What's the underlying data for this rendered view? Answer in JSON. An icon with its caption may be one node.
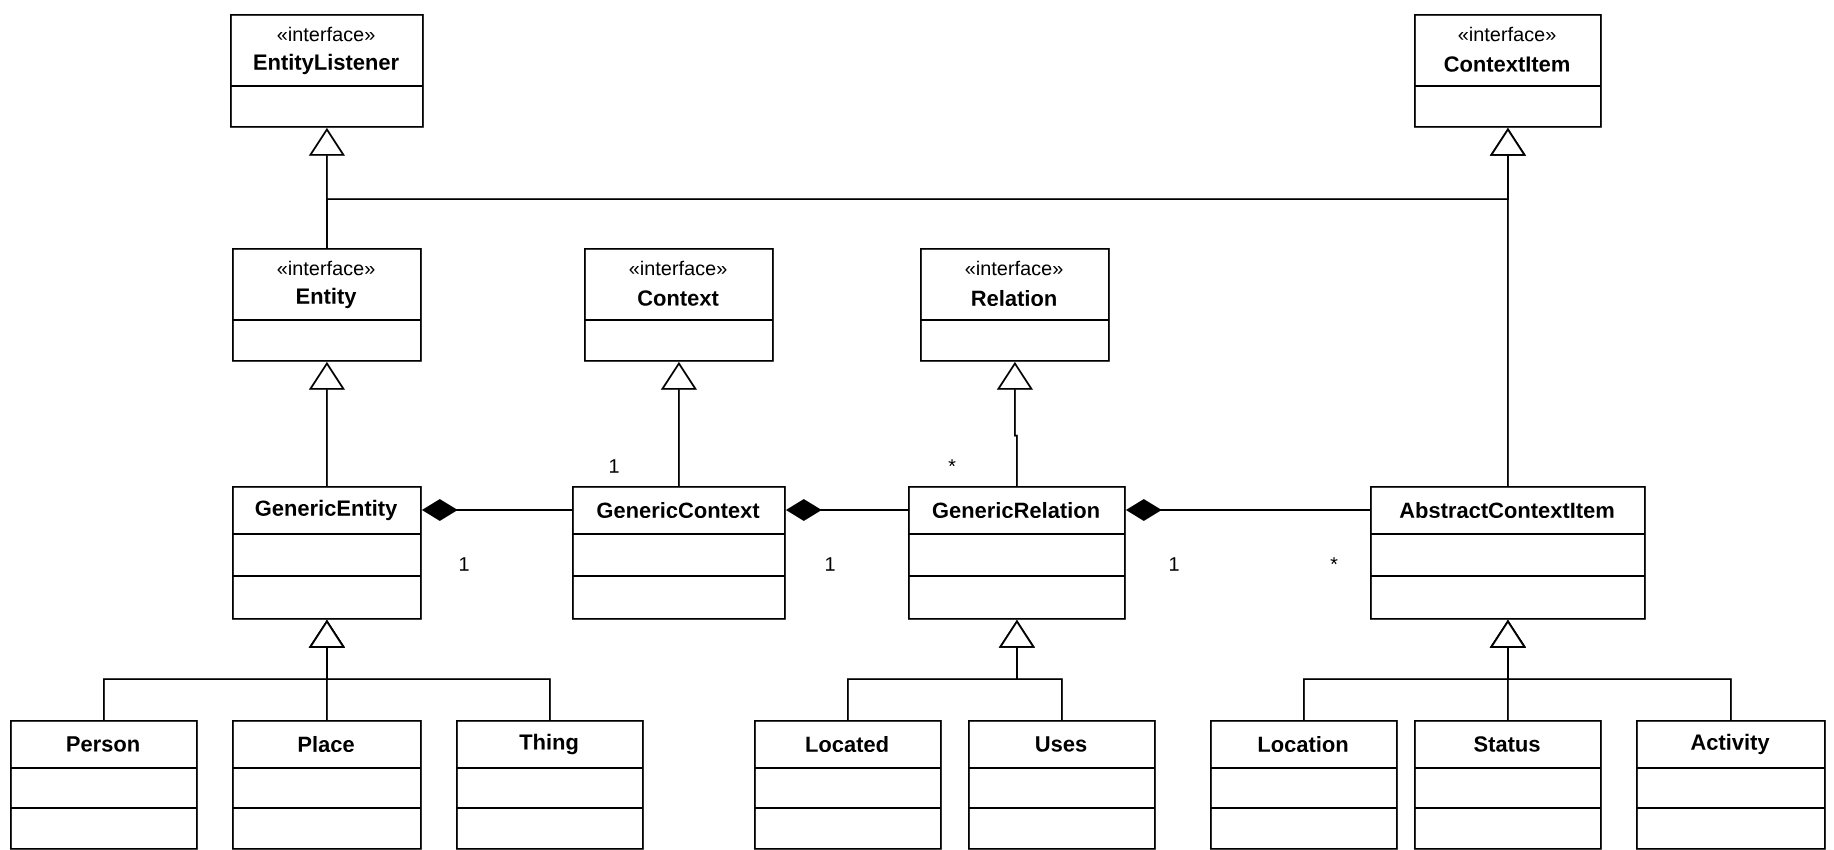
{
  "diagram": {
    "nodes": [
      {
        "text": [
          "«interface»",
          "EntityListener"
        ]
      },
      {
        "text": [
          "«interface»",
          "ContextItem"
        ]
      },
      {
        "text": [
          "«interface»",
          "Entity"
        ]
      },
      {
        "text": [
          "«interface»",
          "Context"
        ]
      },
      {
        "text": [
          "«interface»",
          "Relation"
        ]
      },
      {
        "text": [
          "GenericEntity"
        ]
      },
      {
        "text": [
          "GenericContext"
        ]
      },
      {
        "text": [
          "GenericRelation"
        ]
      },
      {
        "text": [
          "AbstractContextItem"
        ]
      },
      {
        "text": [
          "Person"
        ]
      },
      {
        "text": [
          "Place"
        ]
      },
      {
        "text": [
          "Thing"
        ]
      },
      {
        "text": [
          "Located"
        ]
      },
      {
        "text": [
          "Uses"
        ]
      },
      {
        "text": [
          "Location"
        ]
      },
      {
        "text": [
          "Status"
        ]
      },
      {
        "text": [
          "Activity"
        ]
      }
    ],
    "edges": [
      {
        "from": 2,
        "to": 0,
        "arrow": "to"
      },
      {
        "from": 2,
        "to": 1,
        "arrow": "to"
      },
      {
        "from": 8,
        "to": 1,
        "arrow": "to"
      },
      {
        "from": 5,
        "to": 2,
        "arrow": "to"
      },
      {
        "from": 6,
        "to": 3,
        "arrow": "to"
      },
      {
        "from": 7,
        "to": 4,
        "arrow": "to"
      },
      {
        "from": 5,
        "to": 6,
        "arrow": "other"
      },
      {
        "from": 6,
        "to": 7,
        "arrow": "other"
      },
      {
        "from": 7,
        "to": 8,
        "arrow": "other"
      },
      {
        "from": 9,
        "to": 5,
        "arrow": "to"
      },
      {
        "from": 10,
        "to": 5,
        "arrow": "to"
      },
      {
        "from": 11,
        "to": 5,
        "arrow": "to"
      },
      {
        "from": 12,
        "to": 7,
        "arrow": "to"
      },
      {
        "from": 13,
        "to": 7,
        "arrow": "to"
      },
      {
        "from": 14,
        "to": 8,
        "arrow": "to"
      },
      {
        "from": 15,
        "to": 8,
        "arrow": "to"
      },
      {
        "from": 16,
        "to": 8,
        "arrow": "to"
      }
    ],
    "labels": [
      "1",
      "*",
      "1",
      "1",
      "1",
      "*"
    ]
  }
}
